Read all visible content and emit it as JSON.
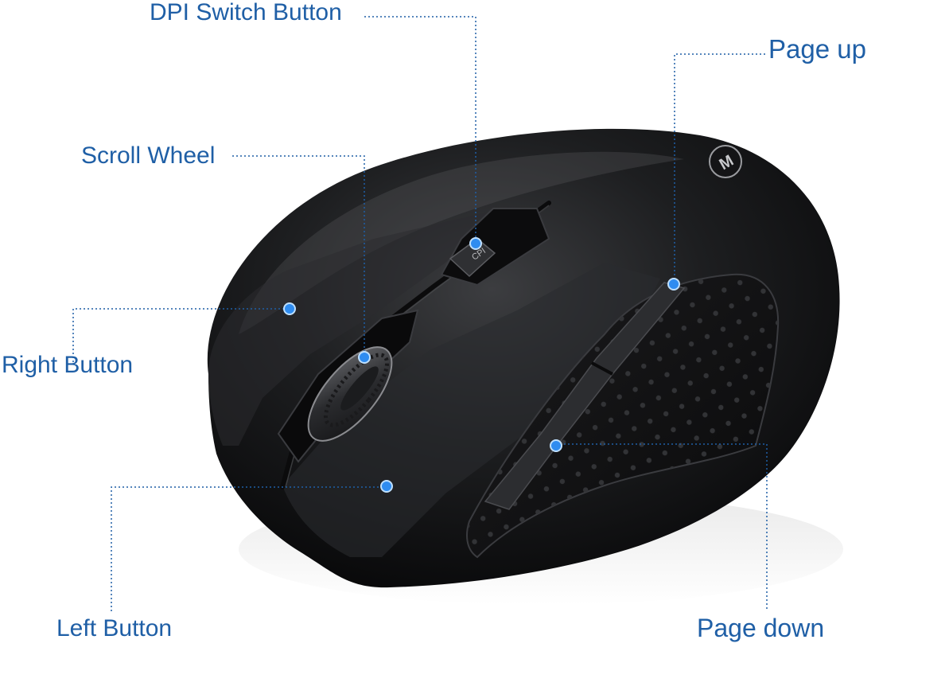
{
  "accent_color": "#1f5fa6",
  "dot_color": "#2f8cf0",
  "product": "wireless-mouse",
  "callouts": {
    "dpi_switch": "DPI Switch Button",
    "page_up": "Page up",
    "scroll_wheel": "Scroll Wheel",
    "right_button": "Right Button",
    "left_button": "Left Button",
    "page_down": "Page down"
  },
  "logo": "M"
}
